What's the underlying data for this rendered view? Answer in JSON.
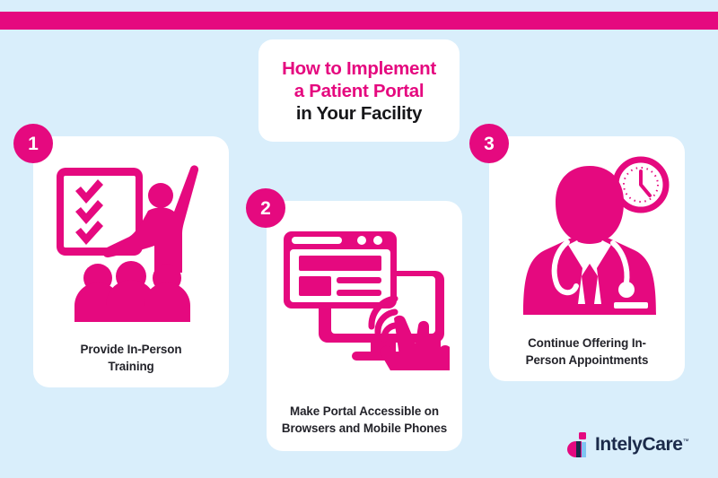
{
  "theme": {
    "background": "#d9eefb",
    "accent_pink": "#e5097f",
    "card_white": "#ffffff",
    "text_dark": "#23232a",
    "logo_navy": "#1b2a4a",
    "logo_blue": "#7fc4f2"
  },
  "banner": {
    "name": "top-pink-strip"
  },
  "title": {
    "line1": "How to Implement",
    "line2": "a Patient Portal",
    "line3": "in Your Facility"
  },
  "steps": [
    {
      "number": "1",
      "caption_line1": "Provide In-Person",
      "caption_line2": "Training",
      "icon": "trainer-with-checklist-icon"
    },
    {
      "number": "2",
      "caption_line1": "Make Portal Accessible on",
      "caption_line2": "Browsers and Mobile Phones",
      "icon": "browser-monitor-tap-icon"
    },
    {
      "number": "3",
      "caption_line1": "Continue Offering In-",
      "caption_line2": "Person Appointments",
      "icon": "doctor-with-clock-icon"
    }
  ],
  "logo": {
    "name": "IntelyCare",
    "text_part1": "Intely",
    "text_part2": "Care",
    "trademark": "™"
  }
}
